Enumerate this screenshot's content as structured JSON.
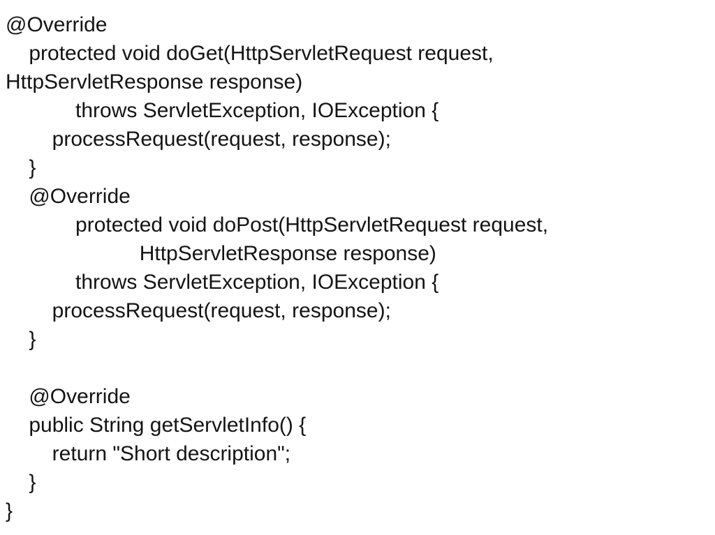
{
  "page": {
    "background_color": "#ffffff",
    "text_color": "#141414"
  },
  "code": {
    "language": "java",
    "lines": [
      "@Override",
      "    protected void doGet(HttpServletRequest request,",
      "HttpServletResponse response)",
      "            throws ServletException, IOException {",
      "        processRequest(request, response);",
      "    }",
      "    @Override",
      "            protected void doPost(HttpServletRequest request,",
      "                       HttpServletResponse response)",
      "            throws ServletException, IOException {",
      "        processRequest(request, response);",
      "    }",
      "",
      "    @Override",
      "    public String getServletInfo() {",
      "        return \"Short description\";",
      "    }",
      "}"
    ]
  }
}
